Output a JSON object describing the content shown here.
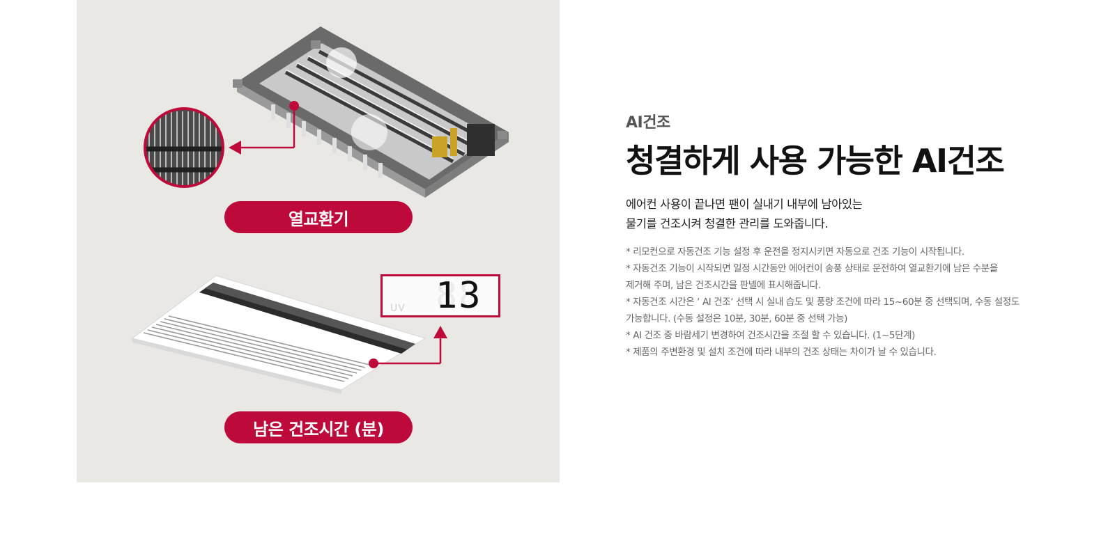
{
  "visual": {
    "heat_exchanger_label": "열교환기",
    "drying_time_label": "남은 건조시간 (분)",
    "display": {
      "uv_text": "UV",
      "value": "13",
      "accent_color": "#be0a3a"
    }
  },
  "content": {
    "eyebrow": "AI건조",
    "headline": "청결하게 사용 가능한 AI건조",
    "description": [
      "에어컨 사용이 끝나면 팬이 실내기 내부에 남아있는",
      "물기를 건조시켜 청결한 관리를 도와줍니다."
    ],
    "notes": [
      "* 리모컨으로 자동건조 기능 설정 후 운전을 정지시키면 자동으로 건조 기능이 시작됩니다.",
      "* 자동건조 기능이 시작되면 일정 시간동안 에어컨이 송풍 상태로 운전하여 열교환기에 남은 수분을",
      "제거해 주며, 남은 건조시간을 판넬에 표시해줍니다.",
      "* 자동건조 시간은 ‘ AI 건조‘ 선택 시 실내 습도 및 풍량 조건에 따라 15~60분 중 선택되며, 수동 설정도",
      "가능합니다. (수동 설정은 10분, 30분, 60분 중 선택 가능)",
      "* AI 건조 중 바람세기 변경하여 건조시간을 조절 할 수 있습니다. (1~5단계)",
      "* 제품의 주변환경 및 설치 조건에 따라 내부의 건조 상태는 차이가 날 수 있습니다."
    ]
  }
}
